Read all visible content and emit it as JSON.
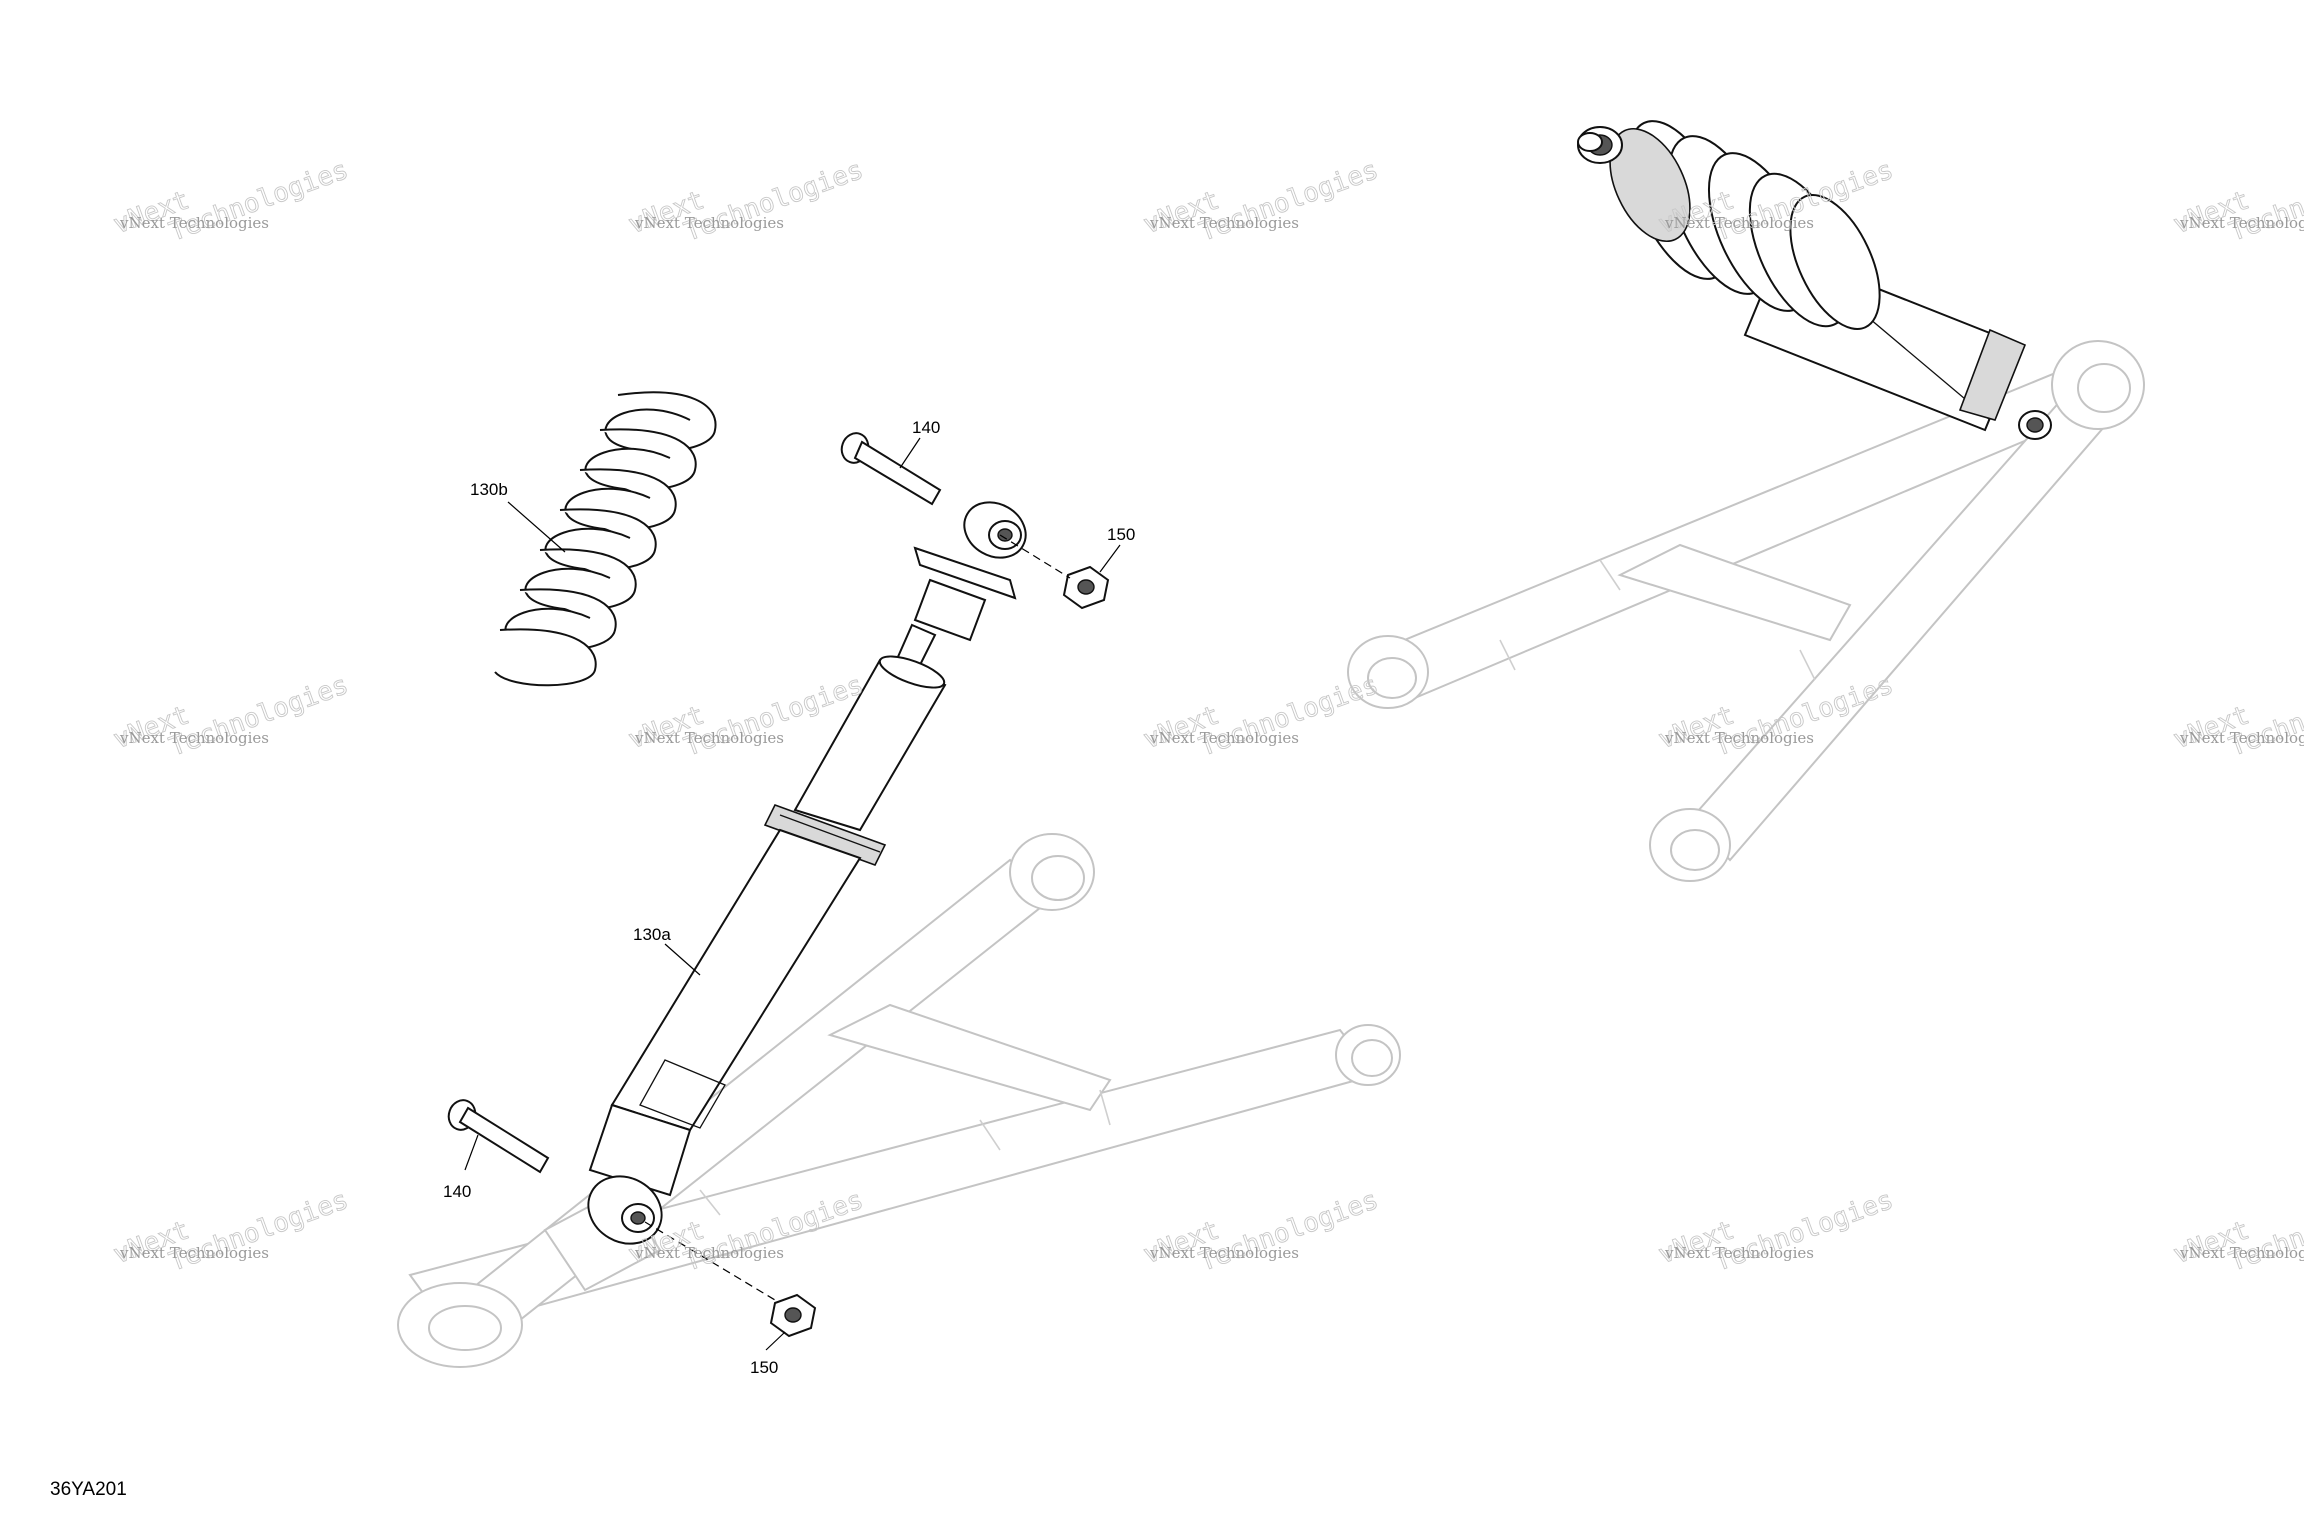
{
  "sheet_id": "36YA201",
  "callouts": {
    "spring": "130b",
    "shock": "130a",
    "bolt_top": "140",
    "bolt_bottom": "140",
    "nut_top": "150",
    "nut_bottom": "150"
  },
  "watermark": {
    "line1": "vNext Technologies",
    "line2": "Technologies",
    "line3": "vNext"
  },
  "colors": {
    "ghost_stroke": "#c4c4c4",
    "part_stroke": "#111111",
    "watermark": "#c8c8c8"
  }
}
